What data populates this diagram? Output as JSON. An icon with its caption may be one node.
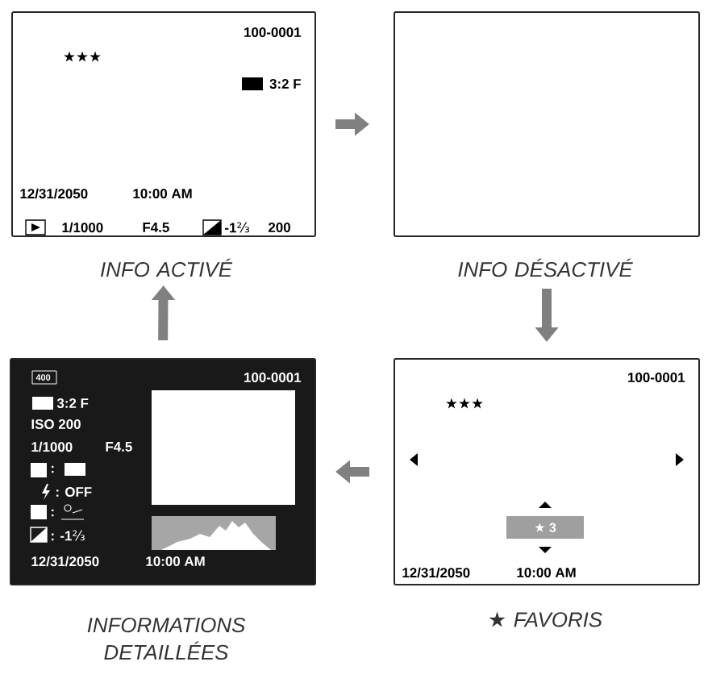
{
  "diagram": {
    "nodes": [
      {
        "text": [
          "100-0001",
          "★★★",
          "3:2 F",
          "12/31/2050",
          "10:00 AM",
          "1/1000",
          "F4.5",
          "-1⅔",
          "200"
        ],
        "beside": [
          "INFO ACTIVÉ"
        ]
      },
      {
        "text": [],
        "shape": "box",
        "beside": [
          "INFO DÉSACTIVÉ"
        ]
      },
      {
        "text": [
          "400",
          "100-0001",
          "3:2 F",
          "ISO 200",
          "1/1000",
          "F4.5",
          ":",
          ": OFF",
          ":",
          ": -1⅔",
          "12/31/2050",
          "10:00 AM"
        ],
        "beside": [
          "INFORMATIONS DETAILLÉES"
        ]
      },
      {
        "text": [
          "100-0001",
          "★★★",
          "★ 3",
          "12/31/2050",
          "10:00 AM"
        ],
        "beside": [
          "★ FAVORIS"
        ]
      }
    ],
    "edges": [
      {
        "from": 0,
        "to": 1,
        "arrow": "to"
      },
      {
        "from": 1,
        "to": 3,
        "arrow": "to"
      },
      {
        "from": 3,
        "to": 2,
        "arrow": "to"
      },
      {
        "from": 2,
        "to": 0,
        "arrow": "to"
      }
    ]
  }
}
